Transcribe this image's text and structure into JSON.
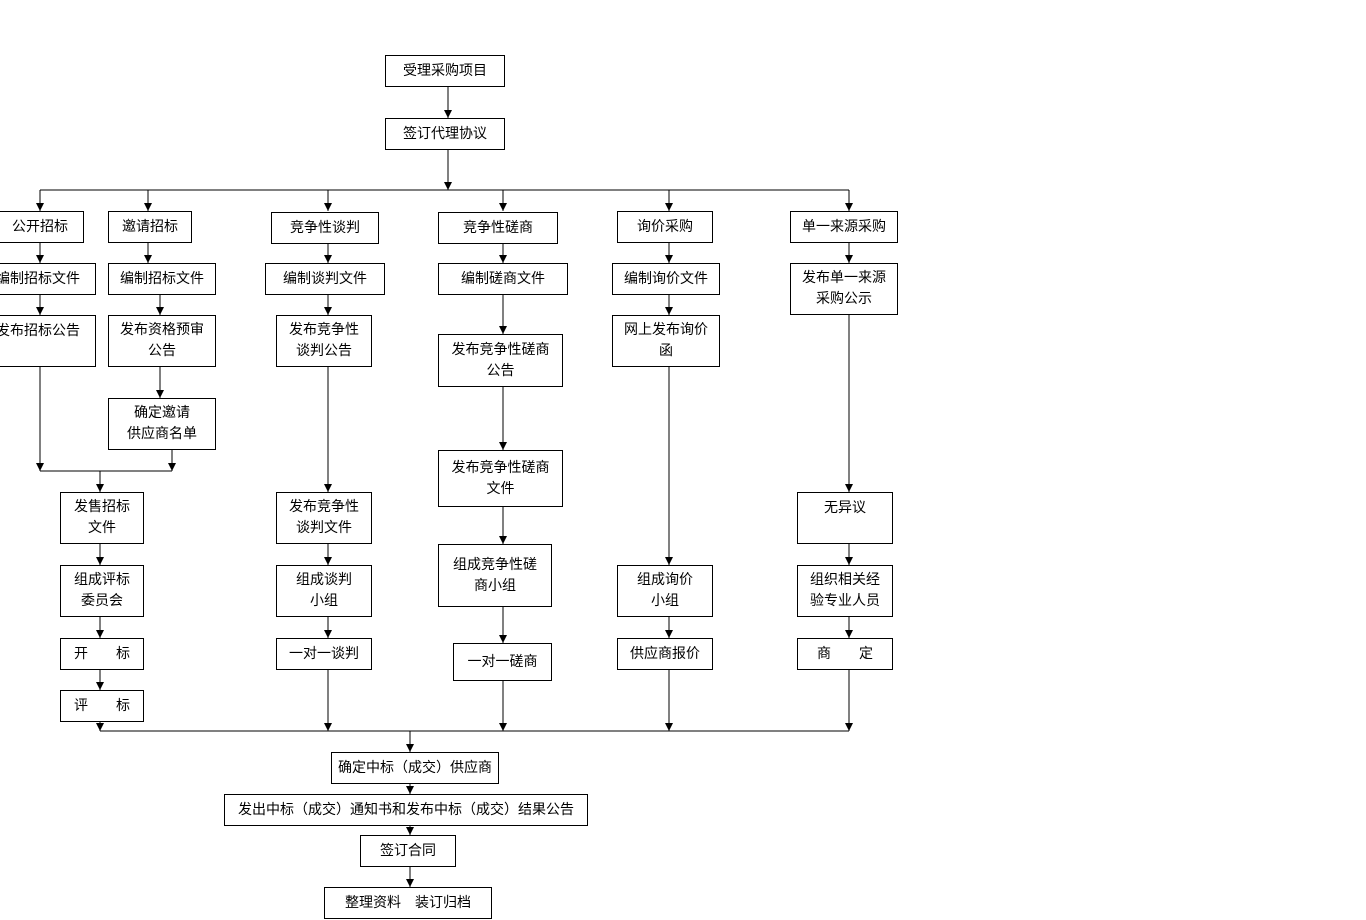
{
  "nodes": {
    "accept": "受理采购项目",
    "agreement": "签订代理协议",
    "open_tender": "公开招标",
    "open_docs": "编制招标文件",
    "open_notice": "发布招标公告",
    "invite_tender": "邀请招标",
    "invite_docs": "编制招标文件",
    "invite_prequal": "发布资格预审\n公告",
    "invite_list": "确定邀请\n供应商名单",
    "sell_docs": "发售招标\n文件",
    "eval_committee": "组成评标\n委员会",
    "bid_open": "开　　标",
    "bid_eval": "评　　标",
    "negotiation": "竞争性谈判",
    "neg_docs": "编制谈判文件",
    "neg_notice": "发布竞争性\n谈判公告",
    "neg_issue": "发布竞争性\n谈判文件",
    "neg_group": "组成谈判\n小组",
    "neg_one": "一对一谈判",
    "consult": "竞争性磋商",
    "con_docs": "编制磋商文件",
    "con_notice": "发布竞争性磋商\n公告",
    "con_issue": "发布竞争性磋商\n文件",
    "con_group": "组成竞争性磋\n商小组",
    "con_one": "一对一磋商",
    "inquiry": "询价采购",
    "inq_docs": "编制询价文件",
    "inq_online": "网上发布询价\n函",
    "inq_group": "组成询价\n小组",
    "inq_quote": "供应商报价",
    "single": "单一来源采购",
    "sin_notice": "发布单一来源\n采购公示",
    "sin_noobj": "无异议",
    "sin_experts": "组织相关经\n验专业人员",
    "sin_decide": "商　　定",
    "determine": "确定中标（成交）供应商",
    "issue_notice": "发出中标（成交）通知书和发布中标（成交）结果公告",
    "sign_contract": "签订合同",
    "archive": "整理资料　装订归档"
  }
}
